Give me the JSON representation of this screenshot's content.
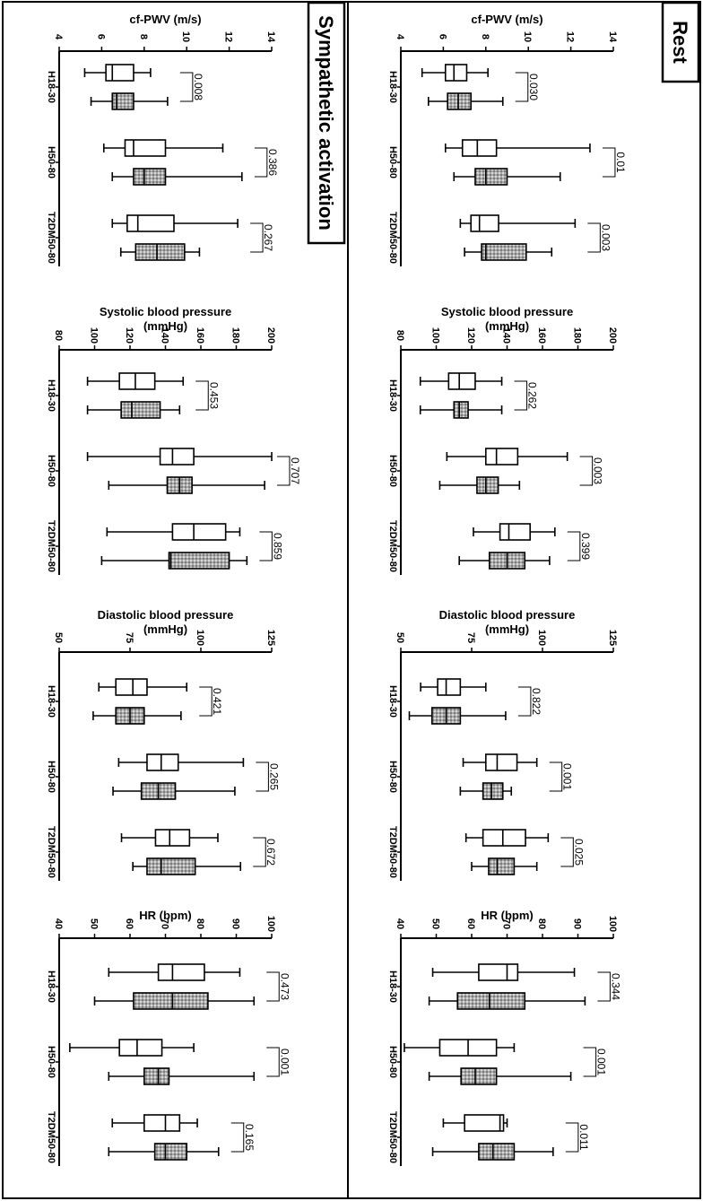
{
  "colors": {
    "ink": "#000000",
    "open_box": "#ffffff",
    "shaded_box": "#a8a8a8"
  },
  "chart_data": [
    {
      "panel": "Rest",
      "type": "boxplot",
      "categories": [
        "H18-30",
        "H50-80",
        "T2DM50-80"
      ],
      "plots": [
        {
          "title": "cf-PWV (m/s)",
          "ylim": [
            4,
            14
          ],
          "ticks": [
            "4",
            "6",
            "8",
            "10",
            "12",
            "14"
          ],
          "groups": [
            {
              "category": "H18-30",
              "p": "0.030",
              "open": {
                "min": 5.0,
                "q1": 6.1,
                "median": 6.5,
                "q3": 7.1,
                "max": 8.1
              },
              "shaded": {
                "min": 5.3,
                "q1": 6.2,
                "median": 6.7,
                "q3": 7.3,
                "max": 8.8
              }
            },
            {
              "category": "H50-80",
              "p": "0.01",
              "open": {
                "min": 6.1,
                "q1": 6.9,
                "median": 7.6,
                "q3": 8.5,
                "max": 12.9
              },
              "shaded": {
                "min": 6.5,
                "q1": 7.5,
                "median": 8.0,
                "q3": 9.0,
                "max": 11.5
              }
            },
            {
              "category": "T2DM50-80",
              "p": "0.003",
              "open": {
                "min": 6.8,
                "q1": 7.3,
                "median": 7.7,
                "q3": 8.6,
                "max": 12.2
              },
              "shaded": {
                "min": 7.0,
                "q1": 7.8,
                "median": 8.0,
                "q3": 9.9,
                "max": 11.1
              }
            }
          ]
        },
        {
          "title": "Systolic blood pressure (mmHg)",
          "ylim": [
            80,
            200
          ],
          "ticks": [
            "80",
            "100",
            "120",
            "140",
            "160",
            "180",
            "200"
          ],
          "groups": [
            {
              "category": "H18-30",
              "p": "0.262",
              "open": {
                "min": 91,
                "q1": 107,
                "median": 113,
                "q3": 122,
                "max": 137
              },
              "shaded": {
                "min": 91,
                "q1": 110,
                "median": 113,
                "q3": 118,
                "max": 137
              }
            },
            {
              "category": "H50-80",
              "p": "0.003",
              "open": {
                "min": 106,
                "q1": 128,
                "median": 134,
                "q3": 146,
                "max": 174
              },
              "shaded": {
                "min": 102,
                "q1": 123,
                "median": 128,
                "q3": 135,
                "max": 147
              }
            },
            {
              "category": "T2DM50-80",
              "p": "0.399",
              "open": {
                "min": 121,
                "q1": 136,
                "median": 141,
                "q3": 153,
                "max": 167
              },
              "shaded": {
                "min": 113,
                "q1": 130,
                "median": 140,
                "q3": 150,
                "max": 164
              }
            }
          ]
        },
        {
          "title": "Diastolic blood pressure (mmHg)",
          "ylim": [
            50,
            125
          ],
          "ticks": [
            "50",
            "75",
            "100",
            "125"
          ],
          "groups": [
            {
              "category": "H18-30",
              "p": "0.822",
              "open": {
                "min": 57,
                "q1": 63,
                "median": 66,
                "q3": 71,
                "max": 80
              },
              "shaded": {
                "min": 53,
                "q1": 61,
                "median": 66,
                "q3": 71,
                "max": 87
              }
            },
            {
              "category": "H50-80",
              "p": "0.001",
              "open": {
                "min": 72,
                "q1": 80,
                "median": 84,
                "q3": 91,
                "max": 98
              },
              "shaded": {
                "min": 71,
                "q1": 79,
                "median": 82,
                "q3": 86,
                "max": 89
              }
            },
            {
              "category": "T2DM50-80",
              "p": "0.025",
              "open": {
                "min": 73,
                "q1": 79,
                "median": 86,
                "q3": 94,
                "max": 102
              },
              "shaded": {
                "min": 75,
                "q1": 81,
                "median": 84,
                "q3": 90,
                "max": 98
              }
            }
          ]
        },
        {
          "title": "HR (bpm)",
          "ylim": [
            40,
            100
          ],
          "ticks": [
            "40",
            "50",
            "60",
            "70",
            "80",
            "90",
            "100"
          ],
          "groups": [
            {
              "category": "H18-30",
              "p": "0.344",
              "open": {
                "min": 49,
                "q1": 62,
                "median": 70,
                "q3": 73,
                "max": 89
              },
              "shaded": {
                "min": 48,
                "q1": 56,
                "median": 65,
                "q3": 75,
                "max": 92
              }
            },
            {
              "category": "H50-80",
              "p": "0.001",
              "open": {
                "min": 41,
                "q1": 51,
                "median": 59,
                "q3": 67,
                "max": 72
              },
              "shaded": {
                "min": 48,
                "q1": 57,
                "median": 61,
                "q3": 67,
                "max": 88
              }
            },
            {
              "category": "T2DM50-80",
              "p": "0.011",
              "open": {
                "min": 52,
                "q1": 58,
                "median": 68,
                "q3": 69,
                "max": 70
              },
              "shaded": {
                "min": 49,
                "q1": 62,
                "median": 66,
                "q3": 72,
                "max": 83
              }
            }
          ]
        }
      ]
    },
    {
      "panel": "Sympathetic activation",
      "type": "boxplot",
      "categories": [
        "H18-30",
        "H50-80",
        "T2DM50-80"
      ],
      "plots": [
        {
          "title": "cf-PWV (m/s)",
          "ylim": [
            4,
            14
          ],
          "ticks": [
            "4",
            "6",
            "8",
            "10",
            "12",
            "14"
          ],
          "groups": [
            {
              "category": "H18-30",
              "p": "0.008",
              "open": {
                "min": 5.2,
                "q1": 6.2,
                "median": 6.5,
                "q3": 7.5,
                "max": 8.3
              },
              "shaded": {
                "min": 5.5,
                "q1": 6.5,
                "median": 6.7,
                "q3": 7.5,
                "max": 9.1
              }
            },
            {
              "category": "H50-80",
              "p": "0.386",
              "open": {
                "min": 6.1,
                "q1": 7.1,
                "median": 7.5,
                "q3": 9.0,
                "max": 11.7
              },
              "shaded": {
                "min": 6.5,
                "q1": 7.5,
                "median": 8.0,
                "q3": 9.0,
                "max": 12.6
              }
            },
            {
              "category": "T2DM50-80",
              "p": "0.267",
              "open": {
                "min": 6.5,
                "q1": 7.2,
                "median": 7.7,
                "q3": 9.4,
                "max": 12.4
              },
              "shaded": {
                "min": 6.9,
                "q1": 7.6,
                "median": 8.6,
                "q3": 9.9,
                "max": 10.6
              }
            }
          ]
        },
        {
          "title": "Systolic blood pressure (mmHg)",
          "ylim": [
            80,
            200
          ],
          "ticks": [
            "80",
            "100",
            "120",
            "140",
            "160",
            "180",
            "200"
          ],
          "groups": [
            {
              "category": "H18-30",
              "p": "0.453",
              "open": {
                "min": 96,
                "q1": 114,
                "median": 123,
                "q3": 134,
                "max": 150
              },
              "shaded": {
                "min": 96,
                "q1": 115,
                "median": 121,
                "q3": 137,
                "max": 148
              }
            },
            {
              "category": "H50-80",
              "p": "0.707",
              "open": {
                "min": 96,
                "q1": 137,
                "median": 144,
                "q3": 156,
                "max": 200
              },
              "shaded": {
                "min": 108,
                "q1": 141,
                "median": 148,
                "q3": 155,
                "max": 196
              }
            },
            {
              "category": "T2DM50-80",
              "p": "0.859",
              "open": {
                "min": 107,
                "q1": 144,
                "median": 156,
                "q3": 174,
                "max": 182
              },
              "shaded": {
                "min": 104,
                "q1": 142,
                "median": 143,
                "q3": 176,
                "max": 186
              }
            }
          ]
        },
        {
          "title": "Diastolic blood pressure (mmHg)",
          "ylim": [
            50,
            125
          ],
          "ticks": [
            "50",
            "75",
            "100",
            "125"
          ],
          "groups": [
            {
              "category": "H18-30",
              "p": "0.421",
              "open": {
                "min": 64,
                "q1": 70,
                "median": 76,
                "q3": 81,
                "max": 95
              },
              "shaded": {
                "min": 62,
                "q1": 70,
                "median": 75,
                "q3": 80,
                "max": 93
              }
            },
            {
              "category": "H50-80",
              "p": "0.265",
              "open": {
                "min": 71,
                "q1": 81,
                "median": 86,
                "q3": 92,
                "max": 115
              },
              "shaded": {
                "min": 69,
                "q1": 79,
                "median": 85,
                "q3": 91,
                "max": 112
              }
            },
            {
              "category": "T2DM50-80",
              "p": "0.672",
              "open": {
                "min": 72,
                "q1": 84,
                "median": 89,
                "q3": 96,
                "max": 106
              },
              "shaded": {
                "min": 76,
                "q1": 81,
                "median": 86,
                "q3": 98,
                "max": 114
              }
            }
          ]
        },
        {
          "title": "HR (bpm)",
          "ylim": [
            40,
            100
          ],
          "ticks": [
            "40",
            "50",
            "60",
            "70",
            "80",
            "90",
            "100"
          ],
          "groups": [
            {
              "category": "H18-30",
              "p": "0.473",
              "open": {
                "min": 54,
                "q1": 68,
                "median": 72,
                "q3": 81,
                "max": 91
              },
              "shaded": {
                "min": 50,
                "q1": 61,
                "median": 72,
                "q3": 82,
                "max": 95
              }
            },
            {
              "category": "H50-80",
              "p": "0.001",
              "open": {
                "min": 43,
                "q1": 57,
                "median": 62,
                "q3": 69,
                "max": 78
              },
              "shaded": {
                "min": 54,
                "q1": 64,
                "median": 68,
                "q3": 71,
                "max": 95
              }
            },
            {
              "category": "T2DM50-80",
              "p": "0.165",
              "open": {
                "min": 55,
                "q1": 64,
                "median": 70,
                "q3": 74,
                "max": 79
              },
              "shaded": {
                "min": 54,
                "q1": 67,
                "median": 70,
                "q3": 76,
                "max": 85
              }
            }
          ]
        }
      ]
    }
  ]
}
